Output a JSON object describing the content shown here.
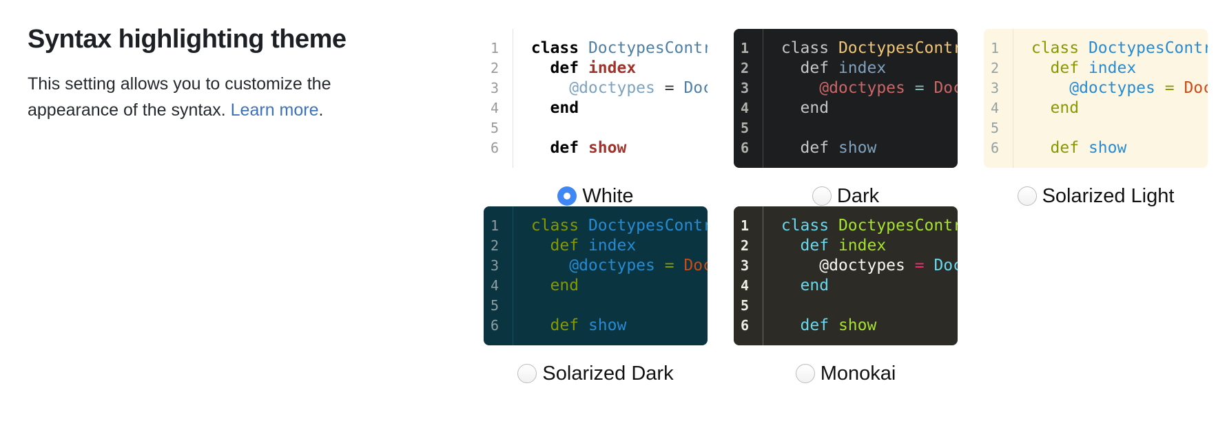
{
  "section": {
    "title": "Syntax highlighting theme",
    "description": "This setting allows you to customize the appearance of the syntax.",
    "link_label": "Learn more",
    "suffix": ".",
    "link_color": "#3b72b9"
  },
  "ui": {
    "radio_selected_color": "#3f87f5",
    "radio_unselected_border": "#bcbcbc"
  },
  "code_sample": {
    "line_numbers": [
      "1",
      "2",
      "3",
      "4",
      "5",
      "6"
    ],
    "lines": [
      [
        {
          "c": "kw",
          "t": " class "
        },
        {
          "c": "cls",
          "t": "DoctypesController < ApplicationController"
        }
      ],
      [
        {
          "c": "kw",
          "t": "   def "
        },
        {
          "c": "fn",
          "t": "index"
        }
      ],
      [
        {
          "c": "var",
          "t": "     @doctypes"
        },
        {
          "c": "pln",
          "t": " "
        },
        {
          "c": "op",
          "t": "="
        },
        {
          "c": "pln",
          "t": " "
        },
        {
          "c": "cns",
          "t": "Doctype.all"
        }
      ],
      [
        {
          "c": "kw",
          "t": "   end"
        }
      ],
      [],
      [
        {
          "c": "kw",
          "t": "   def "
        },
        {
          "c": "fn",
          "t": "show"
        }
      ]
    ]
  },
  "themes": [
    {
      "id": "white",
      "label": "White",
      "selected": true,
      "bg": "#ffffff",
      "num": "#999999",
      "sep": "#e1e1e1",
      "num_bold": false,
      "kw_bold": true,
      "fn_bold": true,
      "tokens": {
        "kw": "#000000",
        "cls": "#4e80a6",
        "fn": "#a0342c",
        "var": "#7ca3c0",
        "op": "#333333",
        "cns": "#4e80a6",
        "pln": "#333333"
      }
    },
    {
      "id": "dark",
      "label": "Dark",
      "selected": false,
      "bg": "#1d1e20",
      "num": "#b1b3ad",
      "sep": "#4a4d45",
      "num_bold": true,
      "kw_bold": false,
      "fn_bold": false,
      "tokens": {
        "kw": "#c5c8c6",
        "cls": "#f0c674",
        "fn": "#81a2be",
        "var": "#cc6666",
        "op": "#8abeb7",
        "cns": "#cc6666",
        "pln": "#c5c8c6"
      }
    },
    {
      "id": "solarized-light",
      "label": "Solarized Light",
      "selected": false,
      "bg": "#fdf6e3",
      "num": "#93a1a1",
      "sep": "#ece5cd",
      "num_bold": false,
      "kw_bold": false,
      "fn_bold": false,
      "tokens": {
        "kw": "#859900",
        "cls": "#268bd2",
        "fn": "#268bd2",
        "var": "#268bd2",
        "op": "#859900",
        "cns": "#cb4b16",
        "pln": "#657b83"
      }
    },
    {
      "id": "solarized-dark",
      "label": "Solarized Dark",
      "selected": false,
      "bg": "#0b3441",
      "num": "#8fa0a3",
      "sep": "#17505f",
      "num_bold": false,
      "kw_bold": false,
      "fn_bold": false,
      "tokens": {
        "kw": "#859900",
        "cls": "#268bd2",
        "fn": "#268bd2",
        "var": "#268bd2",
        "op": "#859900",
        "cns": "#cb4b16",
        "pln": "#93a1a1"
      }
    },
    {
      "id": "monokai",
      "label": "Monokai",
      "selected": false,
      "bg": "#2c2b25",
      "num": "#f0efe6",
      "sep": "#6e6d62",
      "num_bold": true,
      "kw_bold": false,
      "fn_bold": false,
      "tokens": {
        "kw": "#66d9ef",
        "cls": "#a6e22e",
        "fn": "#a6e22e",
        "var": "#f8f8f2",
        "op": "#f92672",
        "cns": "#66d9ef",
        "pln": "#f8f8f2"
      }
    }
  ]
}
